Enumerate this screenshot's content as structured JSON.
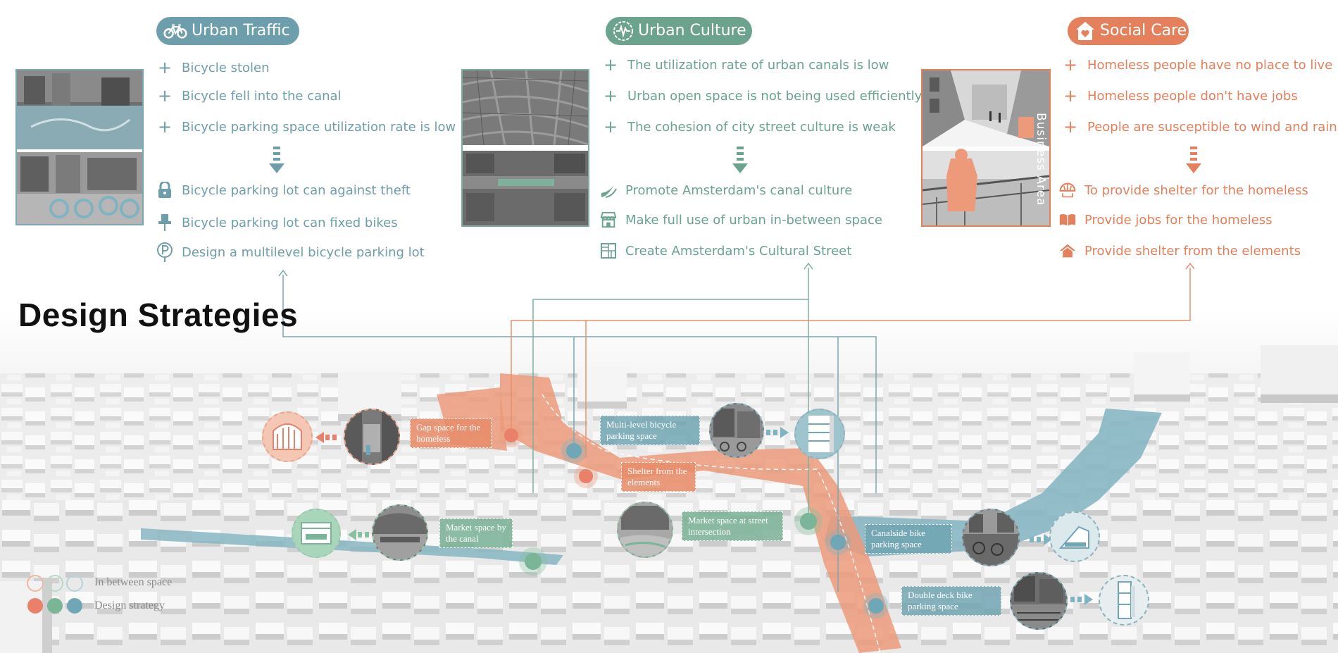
{
  "colors": {
    "blue": "#6d9eab",
    "green": "#6ba38f",
    "orange": "#e4805c",
    "teal_canal": "#7fb3c1",
    "salmon_street": "#ec9a7a"
  },
  "heading": "Design Strategies",
  "columns": [
    {
      "key": "traffic",
      "title": "Urban Traffic",
      "icon": "bicycle-icon",
      "problems": [
        "Bicycle stolen",
        "Bicycle fell into the canal",
        "Bicycle parking space utilization rate is low"
      ],
      "strategies": [
        {
          "icon": "lock-icon",
          "text": "Bicycle parking lot can against theft"
        },
        {
          "icon": "pin-icon",
          "text": "Bicycle parking lot can fixed bikes"
        },
        {
          "icon": "parking-icon",
          "text": "Design a multilevel bicycle parking lot"
        }
      ]
    },
    {
      "key": "culture",
      "title": "Urban Culture",
      "icon": "pulse-icon",
      "problems": [
        "The utilization rate of urban canals is low",
        "Urban open space is not being used efficiently",
        "The cohesion of city street culture is weak"
      ],
      "strategies": [
        {
          "icon": "wave-icon",
          "text": "Promote Amsterdam's canal culture"
        },
        {
          "icon": "shop-icon",
          "text": "Make full use of urban in-between space"
        },
        {
          "icon": "grid-icon",
          "text": "Create Amsterdam's Cultural Street"
        }
      ]
    },
    {
      "key": "care",
      "title": "Social Care",
      "icon": "house-heart-icon",
      "problems": [
        "Homeless people have no place to live",
        "Homeless people don't have jobs",
        "People are susceptible to wind and rain"
      ],
      "strategies": [
        {
          "icon": "umbrella-icon",
          "text": "To provide shelter for the homeless"
        },
        {
          "icon": "book-icon",
          "text": "Provide jobs for the homeless"
        },
        {
          "icon": "home-icon",
          "text": "Provide shelter from the elements"
        }
      ]
    }
  ],
  "photo_caption": "Business Area",
  "map_labels": {
    "gap": "Gap space for the homeless",
    "multilevel": "Multi-level bicycle parking space",
    "shelter": "Shelter from the elements",
    "market_canal": "Market space by the canal",
    "market_street": "Market space at street intersection",
    "canalside": "Canalside bike parking space",
    "doubledeck": "Double deck bike parking space"
  },
  "legend": {
    "inbetween": "In between space",
    "strategy": "Design strategy"
  }
}
